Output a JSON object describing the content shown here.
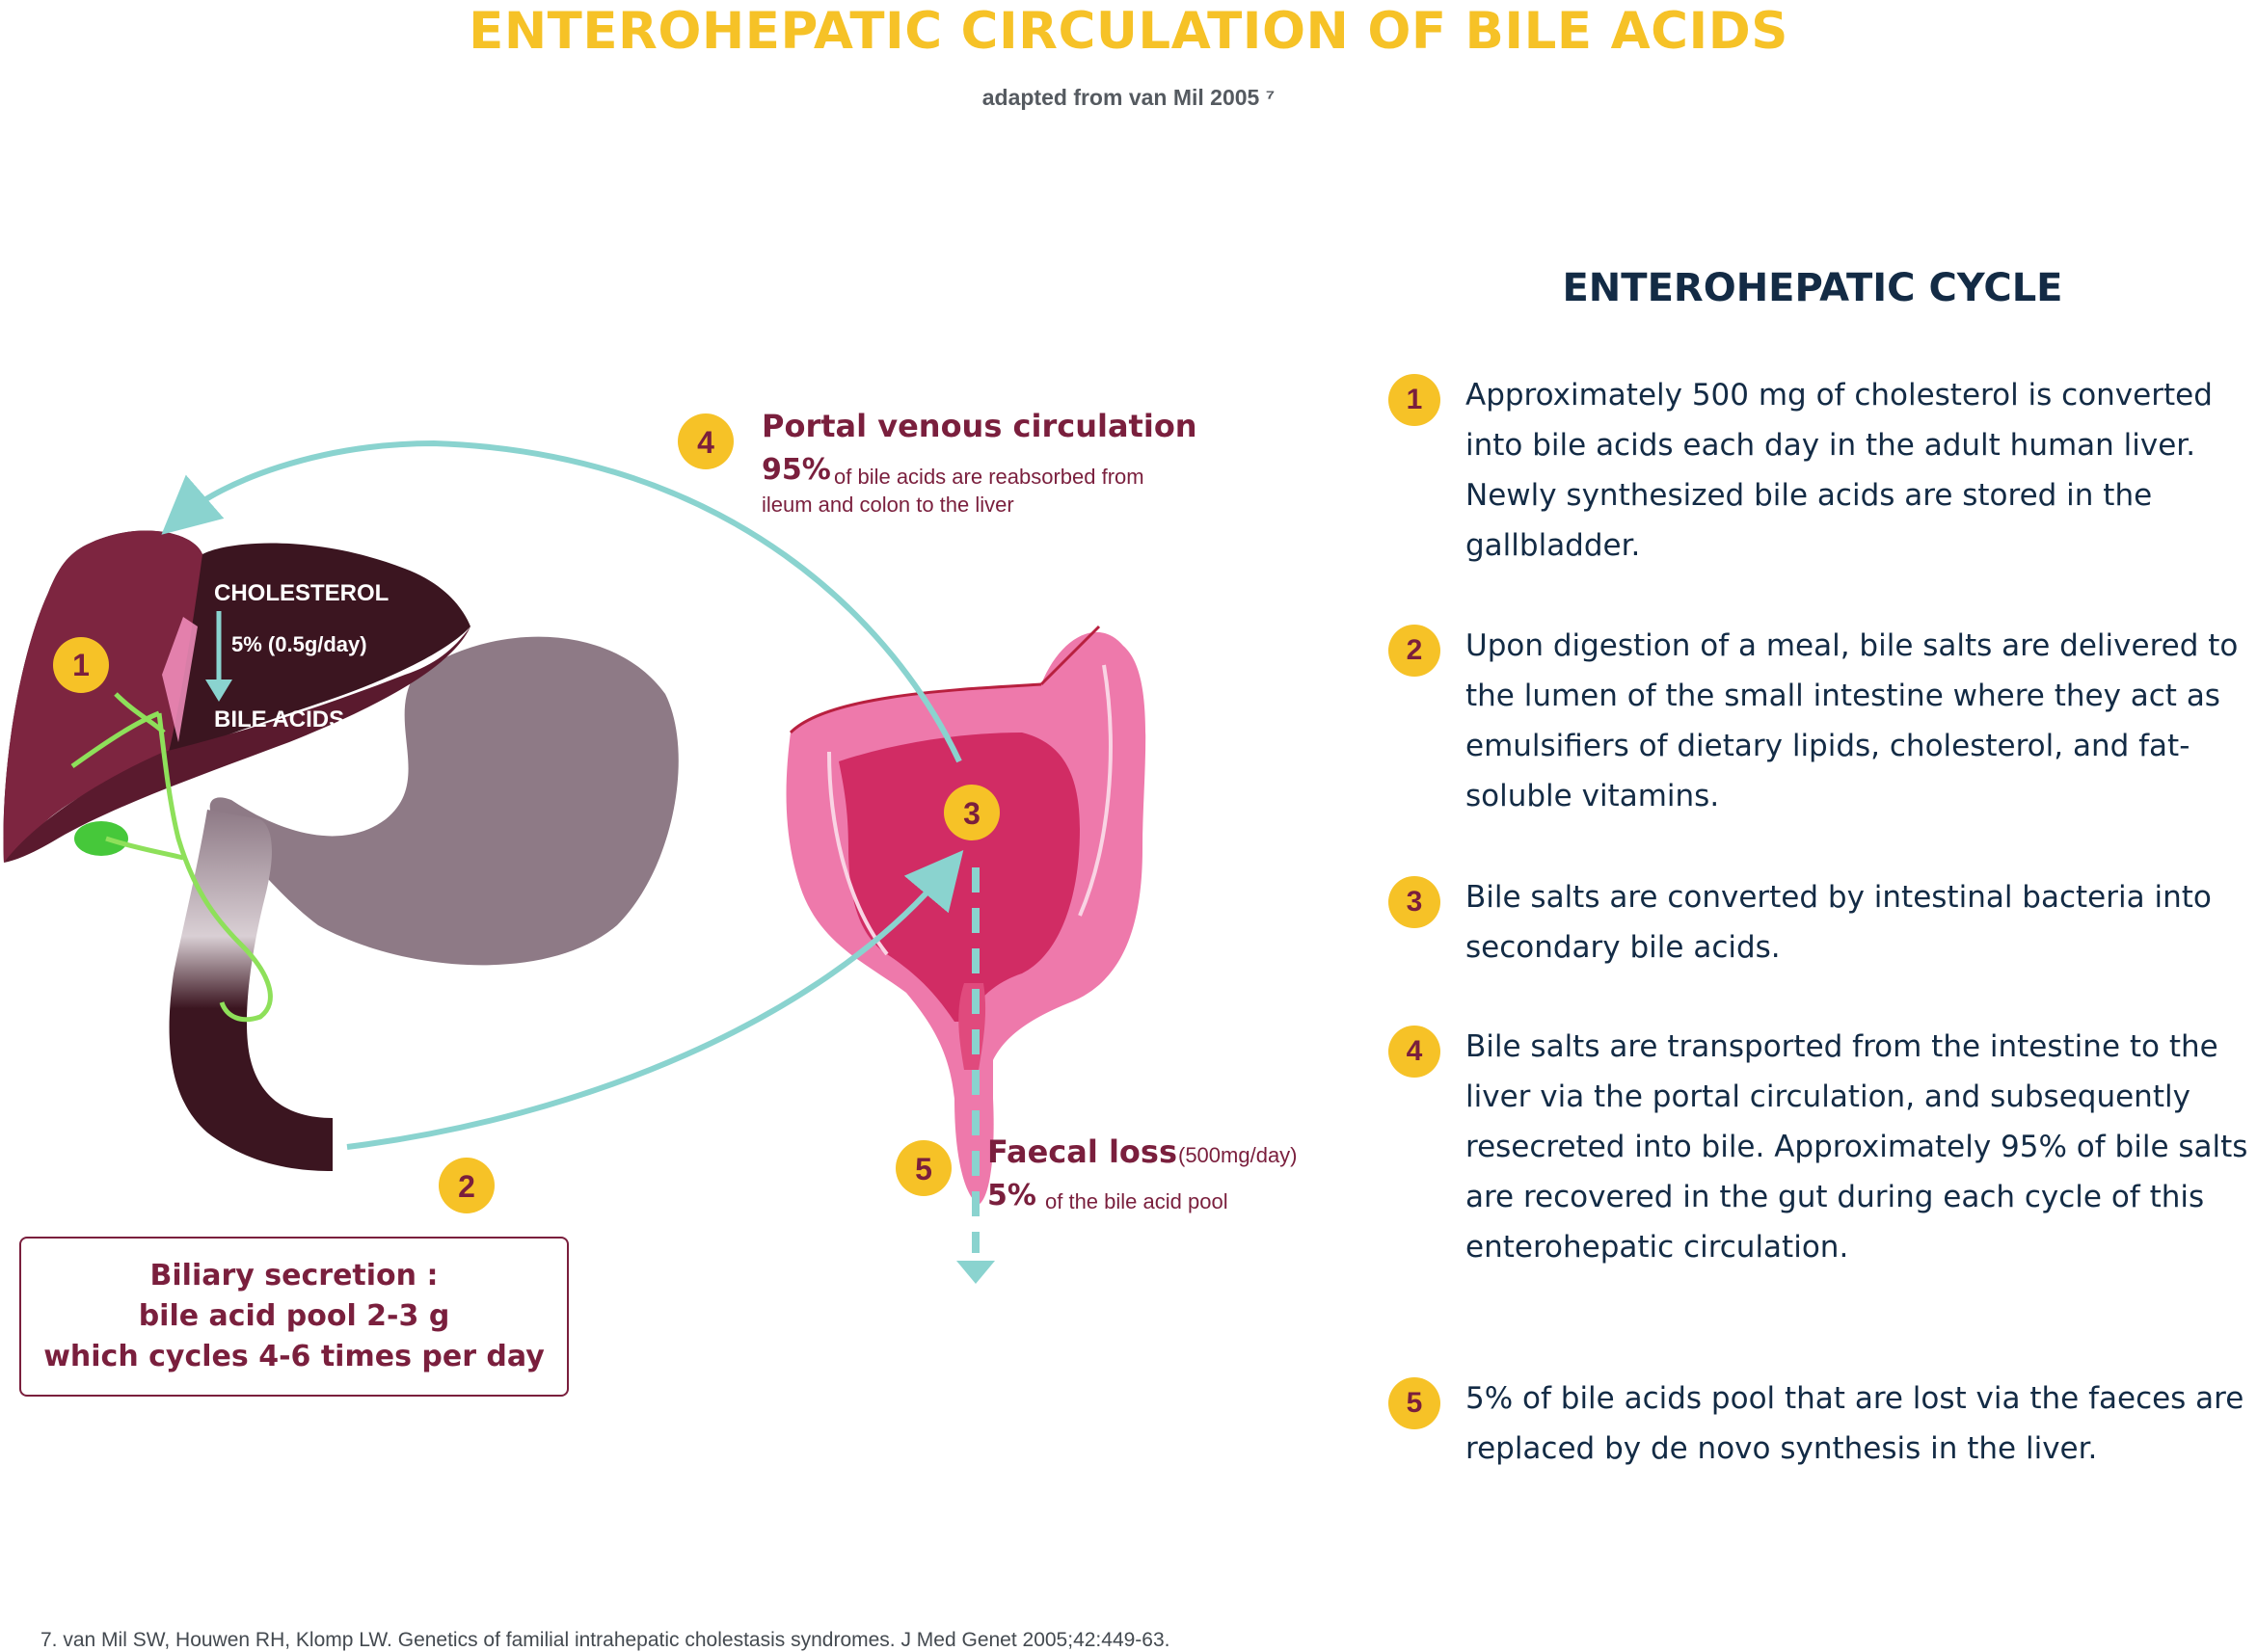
{
  "title": "ENTEROHEPATIC CIRCULATION OF BILE ACIDS",
  "subtitle": "adapted from van Mil 2005 ⁷",
  "diagram": {
    "liver": {
      "cholesterol_label": "CHOLESTEROL",
      "conversion_label": "5% (0.5g/day)",
      "bile_acids_label": "BILE ACIDS",
      "badge": "1"
    },
    "biliary": {
      "badge": "2",
      "line1": "Biliary secretion :",
      "line2": "bile acid pool 2-3 g",
      "line3": "which cycles 4-6 times per day"
    },
    "intestine": {
      "badge": "3"
    },
    "portal": {
      "badge": "4",
      "title": "Portal venous circulation",
      "percent": "95%",
      "text_line1": "of bile acids are reabsorbed from",
      "text_line2": "ileum and colon to the liver"
    },
    "faecal": {
      "badge": "5",
      "title": "Faecal loss",
      "rate": "(500mg/day)",
      "percent": "5%",
      "text": "of the bile acid pool"
    }
  },
  "cycle": {
    "title": "ENTEROHEPATIC CYCLE",
    "steps": [
      {
        "num": "1",
        "text": "Approximately 500 mg of cholesterol is converted into bile acids each day in the adult human liver. Newly synthesized bile acids are stored in the gallbladder."
      },
      {
        "num": "2",
        "text": "Upon digestion of a meal, bile salts are delivered to the lumen of the small intestine where they act as emulsifiers of dietary lipids, cholesterol, and fat-soluble vitamins."
      },
      {
        "num": "3",
        "text": "Bile salts are converted by intestinal bacteria into secondary bile acids."
      },
      {
        "num": "4",
        "text": "Bile salts are transported from the intestine to the liver via the portal circulation, and subsequently resecreted into bile. Approximately 95% of bile salts are recovered in the gut during each cycle of this enterohepatic circulation."
      },
      {
        "num": "5",
        "text": "5% of bile acids pool that are lost via the faeces are replaced by de novo synthesis in the liver."
      }
    ]
  },
  "footnote": "7. van Mil SW, Houwen RH, Klomp LW. Genetics of familial intrahepatic cholestasis syndromes. J Med Genet 2005;42:449-63.",
  "colors": {
    "title_yellow": "#f6c227",
    "maroon": "#7a1f3d",
    "navy": "#132b45",
    "teal_arrow": "#8ad3cf",
    "liver": "#7d2540",
    "liver_dark": "#3b1520",
    "stomach": "#8e7a86",
    "bile_duct": "#8ee05a",
    "intestine_pink": "#ee79ab",
    "intestine_core": "#d12c64"
  }
}
